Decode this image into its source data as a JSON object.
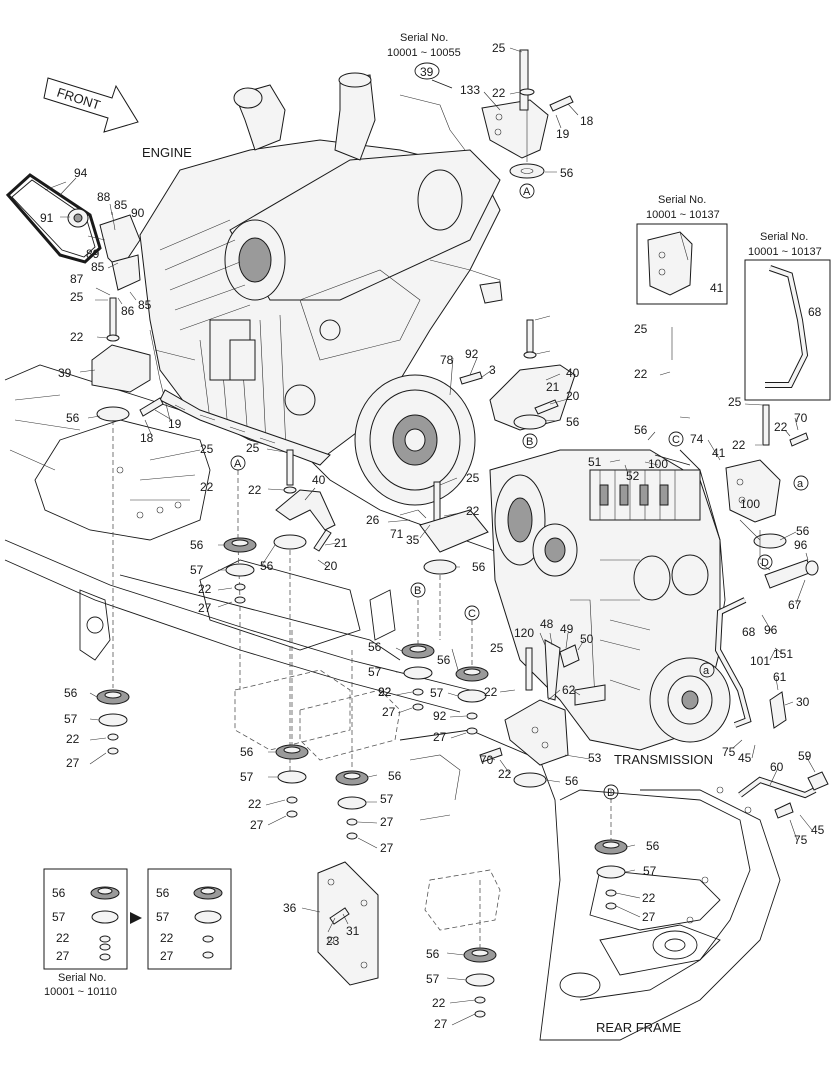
{
  "headings": {
    "engine": "ENGINE",
    "transmission": "TRANSMISSION",
    "rear_frame": "REAR FRAME",
    "front_arrow": "FRONT"
  },
  "serial_notes": {
    "top_label": "Serial No.",
    "top_range": "10001 ~ 10055",
    "top_ref": "39",
    "bracket_label": "Serial No.",
    "bracket_range": "10001 ~ 10137",
    "hose_label": "Serial No.",
    "hose_range": "10001 ~ 10137",
    "inset_label": "Serial No.",
    "inset_range": "10001 ~ 10110"
  },
  "callouts": {
    "c1": "25",
    "c2": "22",
    "c3": "133",
    "c4": "18",
    "c5": "19",
    "c6": "56",
    "c7": "94",
    "c8": "91",
    "c9": "88",
    "c10": "85",
    "c11": "90",
    "c12": "89",
    "c13": "87",
    "c14": "85",
    "c15": "25",
    "c16": "86",
    "c17": "85",
    "c18": "22",
    "c19": "39",
    "c20": "56",
    "c21": "18",
    "c22": "19",
    "c23": "25",
    "c24": "22",
    "c25": "92",
    "c26": "3",
    "c27": "78",
    "c28": "40",
    "c29": "21",
    "c30": "20",
    "c31": "56",
    "c32": "41",
    "c33": "68",
    "c34": "25",
    "c35": "22",
    "c36": "56",
    "c37": "74",
    "c38": "100",
    "c39": "51",
    "c40": "52",
    "c41": "41",
    "c42": "25",
    "c43": "70",
    "c44": "22",
    "c45": "22",
    "c46": "56",
    "c47": "96",
    "c48": "25",
    "c49": "22",
    "c50": "40",
    "c51": "26",
    "c52": "71",
    "c53": "35",
    "c54": "22",
    "c55": "25",
    "c56": "56",
    "c57": "57",
    "c58": "22",
    "c59": "27",
    "c60": "56",
    "c61": "21",
    "c62": "20",
    "c63": "56",
    "c64": "100",
    "c65": "67",
    "c66": "68",
    "c67": "96",
    "c68": "101",
    "c69": "151",
    "c70": "120",
    "c71": "48",
    "c72": "49",
    "c73": "50",
    "c74": "25",
    "c75": "62",
    "c76": "56",
    "c77": "57",
    "c78": "22",
    "c79": "27",
    "c80": "56",
    "c81": "57",
    "c82": "92",
    "c83": "27",
    "c84": "22",
    "c85": "56",
    "c86": "57",
    "c87": "92",
    "c88": "27",
    "c89": "61",
    "c90": "30",
    "c91": "75",
    "c92": "45",
    "c93": "53",
    "c94": "70",
    "c95": "22",
    "c96": "56",
    "c97": "56",
    "c98": "57",
    "c99": "22",
    "c100": "27",
    "c101": "56",
    "c102": "57",
    "c103": "22",
    "c104": "27",
    "c105": "27",
    "c106": "59",
    "c107": "60",
    "c108": "75",
    "c109": "45",
    "c110": "56",
    "c111": "57",
    "c112": "22",
    "c113": "27",
    "c114": "36",
    "c115": "23",
    "c116": "31",
    "c117": "56",
    "c118": "57",
    "c119": "22",
    "c120": "27",
    "c121": "56",
    "c122": "57",
    "c123": "22",
    "c124": "27",
    "c125": "56",
    "c126": "57",
    "c127": "22",
    "c128": "27"
  },
  "ref_marks": {
    "A_top": "A",
    "A_left": "A",
    "B_upper": "B",
    "B_lower": "B",
    "C_upper": "C",
    "C_lower": "C",
    "D_right": "D",
    "D_lower": "D",
    "a_right": "a",
    "a_trans": "a"
  }
}
